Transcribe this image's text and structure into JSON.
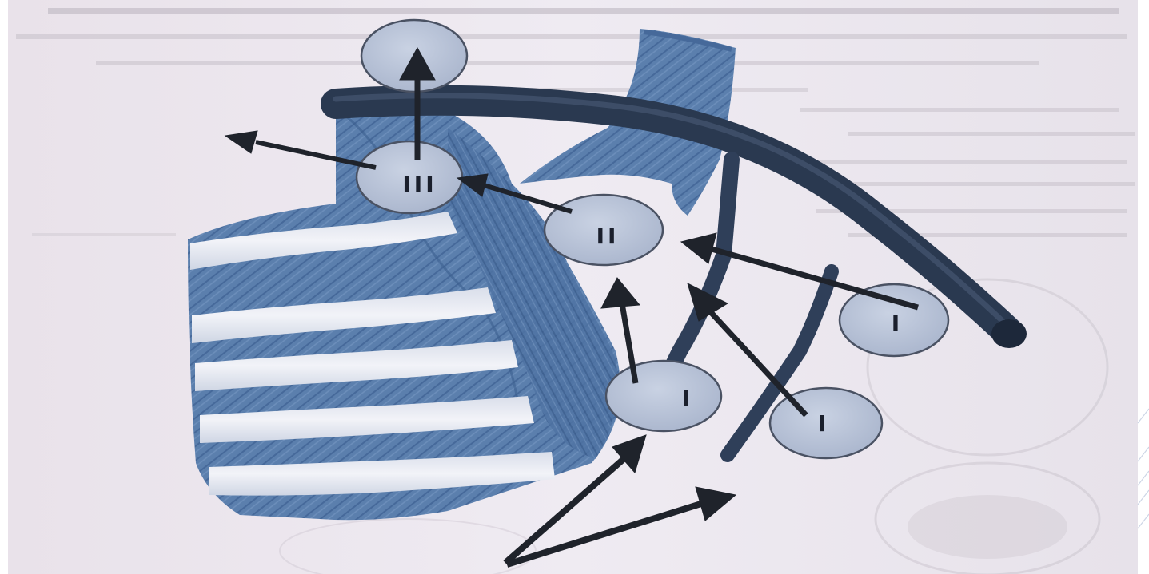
{
  "figure": {
    "colors": {
      "page": "#ece7ef",
      "muscle": "#5b7fad",
      "muscle_dark": "#3f6291",
      "rib": "#e6e8f1",
      "vessel": "#2a3950",
      "node_fill": "#b8c3d8",
      "node_stroke": "#4a5263",
      "arrow": "#1f232b"
    },
    "nodes": [
      {
        "id": "node-level-iii",
        "label": "III",
        "direction": "horizontal"
      },
      {
        "id": "node-level-ii",
        "label": "II",
        "direction": "horizontal"
      },
      {
        "id": "node-level-i-center",
        "label": "I",
        "direction": "vertical"
      },
      {
        "id": "node-level-i-lower-right",
        "label": "I",
        "direction": "vertical"
      },
      {
        "id": "node-level-i-right",
        "label": "I",
        "direction": "vertical"
      },
      {
        "id": "node-top-empty",
        "label": "",
        "direction": "none"
      }
    ]
  }
}
